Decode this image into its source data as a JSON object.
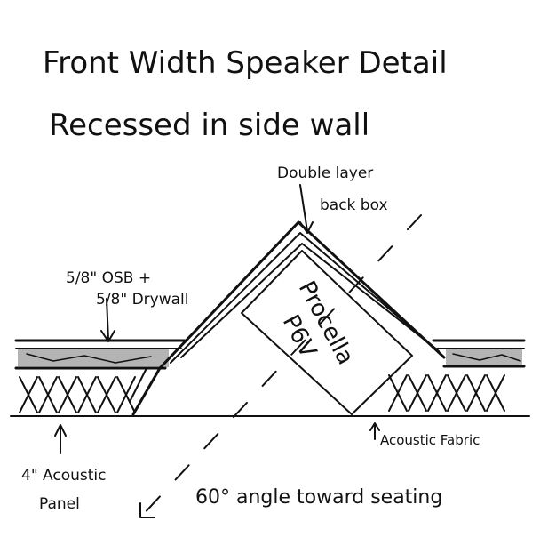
{
  "title_line1": "Front Width Speaker Detail",
  "title_line2": "Recessed in side wall",
  "labels": {
    "back_box_line1": "Double layer",
    "back_box_line2": "back box",
    "wall_line1": "5/8\" OSB +",
    "wall_line2": "5/8\" Drywall",
    "speaker_line1": "Procella",
    "speaker_line2": "P6V",
    "fabric": "Acoustic Fabric",
    "panel_line1": "4\" Acoustic",
    "panel_line2": "Panel",
    "angle": "60° angle toward seating"
  },
  "colors": {
    "ink": "#111111",
    "paper": "#ffffff"
  }
}
